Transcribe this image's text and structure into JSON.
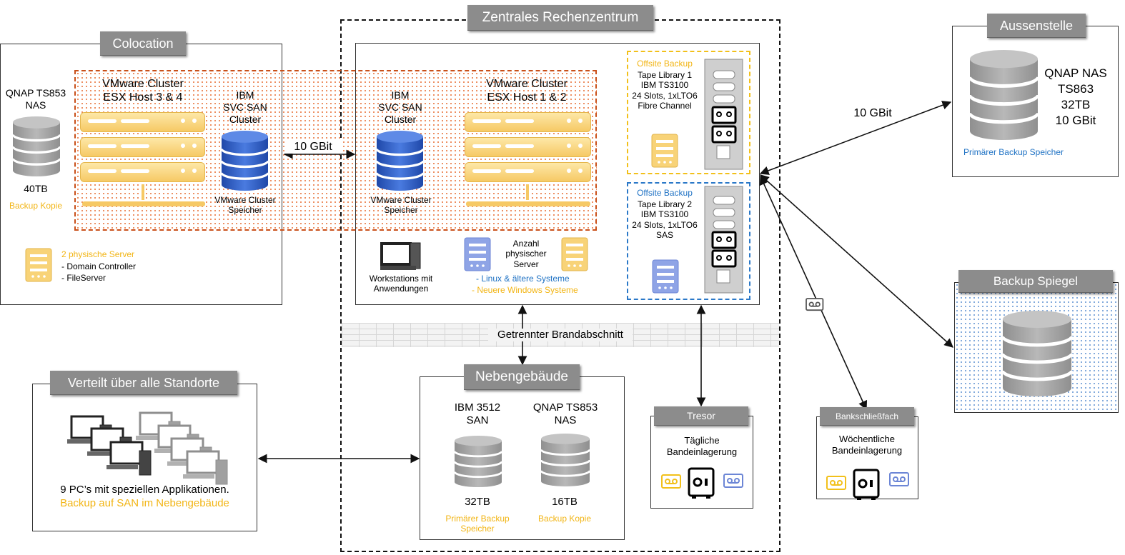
{
  "colocation": {
    "title": "Colocation",
    "qnap_label": "QNAP TS853\nNAS",
    "qnap_size": "40TB",
    "qnap_role": "Backup Kopie",
    "vmware_title": "VMware Cluster\nESX Host 3 & 4",
    "ibm_label": "IBM\nSVC SAN\nCluster",
    "ibm_storage": "VMware Cluster\nSpeicher",
    "phys_title": "2 physische Server",
    "phys_items": [
      "- Domain Controller",
      "- FileServer"
    ]
  },
  "link_10gbit": "10 GBit",
  "rechenzentrum": {
    "title": "Zentrales Rechenzentrum",
    "ibm_label": "IBM\nSVC SAN\nCluster",
    "ibm_storage": "VMware Cluster\nSpeicher",
    "vmware_title": "VMware Cluster\nESX Host 1 & 2",
    "workstations": "Workstations mit\nAnwendungen",
    "phys_label": "Anzahl\nphysischer\nServer",
    "phys_linux": "- Linux & ältere Systeme",
    "phys_windows": "- Neuere Windows Systeme",
    "tape1": {
      "heading": "Offsite Backup",
      "text": "Tape Library 1\nIBM TS3100\n24 Slots, 1xLTO6\nFibre Channel"
    },
    "tape2": {
      "heading": "Offsite Backup",
      "text": "Tape Library 2\nIBM TS3100\n24 Slots, 1xLTO6\nSAS"
    }
  },
  "brandabschnitt": "Getrennter Brandabschnitt",
  "aussenstelle": {
    "title": "Aussenstelle",
    "text": "QNAP NAS\nTS863\n32TB\n10 GBit",
    "role": "Primärer Backup Speicher",
    "link": "10 GBit"
  },
  "backup_spiegel": {
    "title": "Backup Spiegel"
  },
  "verteilt": {
    "title": "Verteilt über alle Standorte",
    "text": "9 PC’s mit speziellen Applikationen.",
    "backup": "Backup auf SAN im Nebengebäude"
  },
  "nebengebaeude": {
    "title": "Nebengebäude",
    "ibm_label": "IBM 3512\nSAN",
    "ibm_size": "32TB",
    "ibm_role": "Primärer Backup\nSpeicher",
    "qnap_label": "QNAP TS853\nNAS",
    "qnap_size": "16TB",
    "qnap_role": "Backup Kopie"
  },
  "tresor": {
    "title": "Tresor",
    "text": "Tägliche\nBandeinlagerung"
  },
  "bank": {
    "title": "Bankschließfach",
    "text": "Wöchentliche\nBandeinlagerung"
  },
  "colors": {
    "orange": "#f2b515",
    "blue": "#1f72c4",
    "tab_gray": "#8c8c8c",
    "db_gray": "#a6a6a6",
    "db_blue": "#2f5ec4"
  }
}
